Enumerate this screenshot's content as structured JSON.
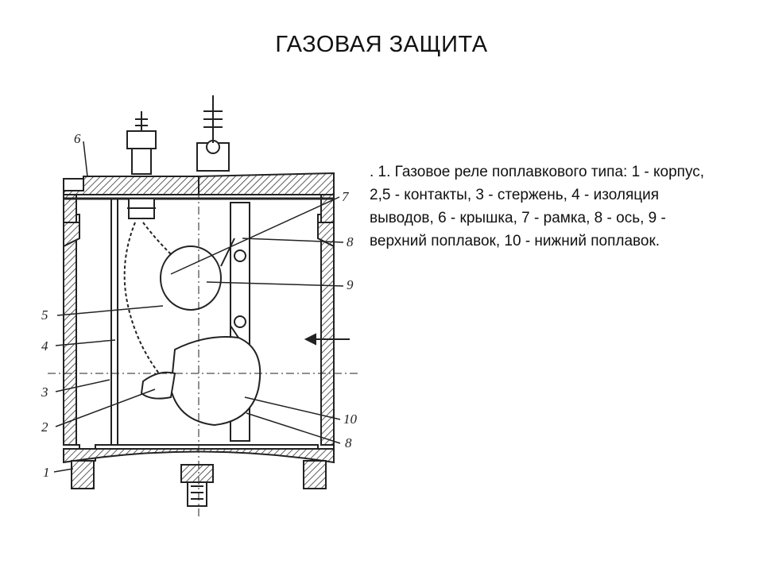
{
  "slide": {
    "title": "ГАЗОВАЯ ЗАЩИТА",
    "caption": ". 1. Газовое реле поплавкового типа: 1 - корпус, 2,5 - контакты, 3 - стержень, 4 - изоляция выводов, 6 - крышка, 7 - рамка, 8 - ось, 9 - верхний поплавок, 10 - нижний поплавок."
  },
  "diagram": {
    "labels": {
      "l1": "1",
      "l2": "2",
      "l3": "3",
      "l4": "4",
      "l5": "5",
      "l6": "6",
      "l7": "7",
      "l8a": "8",
      "l8b": "8",
      "l9": "9",
      "l10": "10"
    }
  }
}
